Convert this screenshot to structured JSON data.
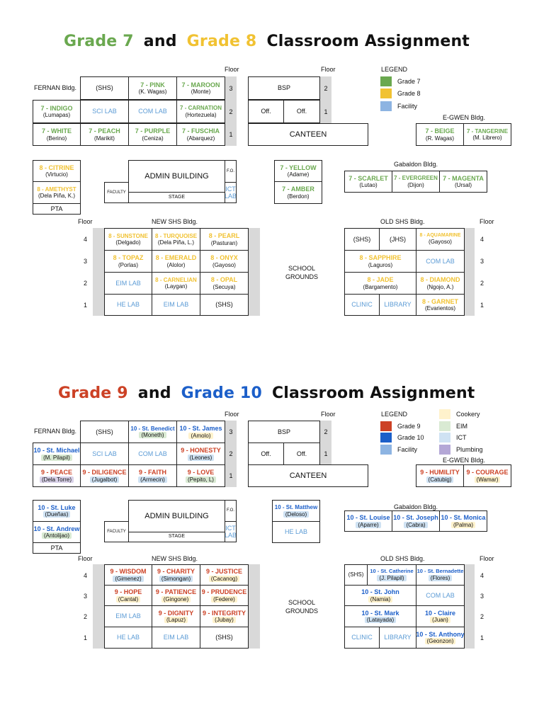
{
  "colors": {
    "g7": "#6aa84f",
    "g8": "#f1c232",
    "g9": "#cc4125",
    "g10": "#1c5fc9",
    "facility": "#5b9bd5",
    "cookery": "#fff2cc",
    "eim": "#d9ead3",
    "ict": "#cfe2f3",
    "plumbing": "#d9d2e9"
  },
  "top": {
    "title": {
      "p1": "Grade 7",
      "p2": "and",
      "p3": "Grade 8",
      "p4": "Classroom Assignment"
    },
    "floor": "Floor",
    "legend": {
      "title": "LEGEND",
      "g7": "Grade 7",
      "g8": "Grade 8",
      "fac": "Facility"
    },
    "fernan": {
      "label": "FERNAN Bldg.",
      "r3": {
        "a": "(SHS)",
        "b_nm": "7 - PINK",
        "b_ad": "(K. Wagas)",
        "c_nm": "7 - MAROON",
        "c_ad": "(Monte)",
        "f": "3"
      },
      "r2": {
        "a_nm": "7 - INDIGO",
        "a_ad": "(Lumapas)",
        "b": "SCI LAB",
        "c": "COM LAB",
        "d_nm": "7 - CARNATION",
        "d_ad": "(Hortezuela)",
        "f": "2"
      },
      "r1": {
        "a_nm": "7 - WHITE",
        "a_ad": "(Berino)",
        "b_nm": "7 - PEACH",
        "b_ad": "(Marikit)",
        "c_nm": "7 - PURPLE",
        "c_ad": "(Ceniza)",
        "d_nm": "7 - FUSCHIA",
        "d_ad": "(Abarquez)",
        "f": "1"
      }
    },
    "right": {
      "bsp": "BSP",
      "f3": "2",
      "off1": "Off.",
      "off2": "Off.",
      "f1": "1",
      "canteen": "CANTEEN"
    },
    "egwen": {
      "label": "E-GWEN Bldg.",
      "a_nm": "7 - BEIGE",
      "a_ad": "(R. Wagas)",
      "b_nm": "7 - TANGERINE",
      "b_ad": "(M. Librero)"
    },
    "left": {
      "a_nm": "8 - CITRINE",
      "a_ad": "(Virtucio)",
      "b_nm": "8 - AMETHYST",
      "b_ad": "(Dela Piña, K.)",
      "pta": "PTA"
    },
    "admin": {
      "title": "ADMIN BUILDING",
      "fo": "F.O.",
      "faculty": "FACULTY",
      "stage": "STAGE",
      "ict": "ICT LAB"
    },
    "mid": {
      "a_nm": "7 - YELLOW",
      "a_ad": "(Adame)",
      "b_nm": "7 - AMBER",
      "b_ad": "(Berdon)"
    },
    "gab": {
      "label": "Gabaldon Bldg.",
      "a_nm": "7 - SCARLET",
      "a_ad": "(Lutao)",
      "b_nm": "7 - EVERGREEN",
      "b_ad": "(Dijon)",
      "c_nm": "7 - MAGENTA",
      "c_ad": "(Ursal)"
    },
    "newshs": {
      "label": "NEW SHS Bldg.",
      "floor": "Floor",
      "f4": "4",
      "f3": "3",
      "f2": "2",
      "f1": "1",
      "r4": {
        "a_nm": "8 - SUNSTONE",
        "a_ad": "(Delgado)",
        "b_nm": "8 - TURQUOISE",
        "b_ad": "(Dela Piña, L.)",
        "c_nm": "8 - PEARL",
        "c_ad": "(Pasturan)"
      },
      "r3": {
        "a_nm": "8 - TOPAZ",
        "a_ad": "(Porlas)",
        "b_nm": "8 - EMERALD",
        "b_ad": "(Alolor)",
        "c_nm": "8 - ONYX",
        "c_ad": "(Gayoso)"
      },
      "r2": {
        "a": "EIM LAB",
        "b_nm": "8 - CARNELIAN",
        "b_ad": "(Laygan)",
        "c_nm": "8 - OPAL",
        "c_ad": "(Secuya)"
      },
      "r1": {
        "a": "HE LAB",
        "b": "EIM LAB",
        "c": "(SHS)"
      }
    },
    "grounds": "SCHOOL GROUNDS",
    "oldshs": {
      "label": "OLD SHS Bldg.",
      "floor": "Floor",
      "f4": "4",
      "f3": "3",
      "f2": "2",
      "f1": "1",
      "r4": {
        "a": "(SHS)",
        "b": "(JHS)",
        "c_nm": "8 - AQUAMARINE",
        "c_ad": "(Gayoso)"
      },
      "r3": {
        "a_nm": "8 - SAPPHIRE",
        "a_ad": "(Laguros)",
        "b": "COM LAB"
      },
      "r2": {
        "a_nm": "8 - JADE",
        "a_ad": "(Bargamento)",
        "b_nm": "8 - DIAMOND",
        "b_ad": "(Ngojo, A.)"
      },
      "r1": {
        "a": "CLINIC",
        "b": "LIBRARY",
        "c_nm": "8 - GARNET",
        "c_ad": "(Evarientos)"
      }
    }
  },
  "bottom": {
    "title": {
      "p1": "Grade 9",
      "p2": "and",
      "p3": "Grade 10",
      "p4": "Classroom Assignment"
    },
    "floor": "Floor",
    "legend": {
      "title": "LEGEND",
      "g9": "Grade 9",
      "g10": "Grade 10",
      "fac": "Facility",
      "cookery": "Cookery",
      "eim": "EIM",
      "ict": "ICT",
      "plumbing": "Plumbing"
    },
    "fernan": {
      "label": "FERNAN Bldg.",
      "r3": {
        "a": "(SHS)",
        "b_nm": "10 - St. Benedict",
        "b_ad": "(Moneth)",
        "c_nm": "10 - St. James",
        "c_ad": "(Amolo)",
        "f": "3"
      },
      "r2": {
        "a_nm": "10 - St. Michael",
        "a_ad": "(M. Pilapil)",
        "b": "SCI LAB",
        "c": "COM LAB",
        "d_nm": "9 - HONESTY",
        "d_ad": "(Leones)",
        "f": "2"
      },
      "r1": {
        "a_nm": "9 - PEACE",
        "a_ad": "(Dela Torre)",
        "b_nm": "9 - DILIGENCE",
        "b_ad": "(Jugalbot)",
        "c_nm": "9 - FAITH",
        "c_ad": "(Armecin)",
        "d_nm": "9 - LOVE",
        "d_ad": "(Pepito, L)",
        "f": "1"
      }
    },
    "right": {
      "bsp": "BSP",
      "f3": "2",
      "off1": "Off.",
      "off2": "Off.",
      "f1": "1",
      "canteen": "CANTEEN"
    },
    "egwen": {
      "label": "E-GWEN Bldg.",
      "a_nm": "9 - HUMILITY",
      "a_ad": "(Catubig)",
      "b_nm": "9 - COURAGE",
      "b_ad": "(Wamar)"
    },
    "left": {
      "a_nm": "10 - St. Luke",
      "a_ad": "(Dueñas)",
      "b_nm": "10 - St. Andrew",
      "b_ad": "(Antolijao)",
      "pta": "PTA"
    },
    "admin": {
      "title": "ADMIN BUILDING",
      "fo": "F.O.",
      "faculty": "FACULTY",
      "stage": "STAGE",
      "ict": "ICT LAB"
    },
    "mid": {
      "a_nm": "10 - St. Matthew",
      "a_ad": "(Deloso)",
      "b": "HE LAB"
    },
    "gab": {
      "label": "Gabaldon Bldg.",
      "a_nm": "10 - St. Louise",
      "a_ad": "(Aparre)",
      "b_nm": "10 - St. Joseph",
      "b_ad": "(Cabra)",
      "c_nm": "10 - St. Monica",
      "c_ad": "(Palma)"
    },
    "newshs": {
      "label": "NEW SHS Bldg.",
      "floor": "Floor",
      "f4": "4",
      "f3": "3",
      "f2": "2",
      "f1": "1",
      "r4": {
        "a_nm": "9 - WISDOM",
        "a_ad": "(Gimenez)",
        "b_nm": "9 - CHARITY",
        "b_ad": "(Simongan)",
        "c_nm": "9 - JUSTICE",
        "c_ad": "(Cacanog)"
      },
      "r3": {
        "a_nm": "9 - HOPE",
        "a_ad": "(Cantal)",
        "b_nm": "9 - PATIENCE",
        "b_ad": "(Gingone)",
        "c_nm": "9 - PRUDENCE",
        "c_ad": "(Federe)"
      },
      "r2": {
        "a": "EIM LAB",
        "b_nm": "9 - DIGNITY",
        "b_ad": "(Lapuz)",
        "c_nm": "9 - INTEGRITY",
        "c_ad": "(Jubay)"
      },
      "r1": {
        "a": "HE LAB",
        "b": "EIM LAB",
        "c": "(SHS)"
      }
    },
    "grounds": "SCHOOL GROUNDS",
    "oldshs": {
      "label": "OLD SHS Bldg.",
      "floor": "Floor",
      "f4": "4",
      "f3": "3",
      "f2": "2",
      "f1": "1",
      "r4": {
        "a": "(SHS)",
        "b_nm": "10 - St. Catherine",
        "b_ad": "(J. Pilapil)",
        "c_nm": "10 - St. Bernadette",
        "c_ad": "(Flores)"
      },
      "r3": {
        "a_nm": "10 - St. John",
        "a_ad": "(Namia)",
        "b": "COM LAB"
      },
      "r2": {
        "a_nm": "10 - St. Mark",
        "a_ad": "(Latayada)",
        "b_nm": "10 - Claire",
        "b_ad": "(Juan)"
      },
      "r1": {
        "a": "CLINIC",
        "b": "LIBRARY",
        "c_nm": "10 - St. Anthony",
        "c_ad": "(Geonzon)"
      }
    }
  }
}
